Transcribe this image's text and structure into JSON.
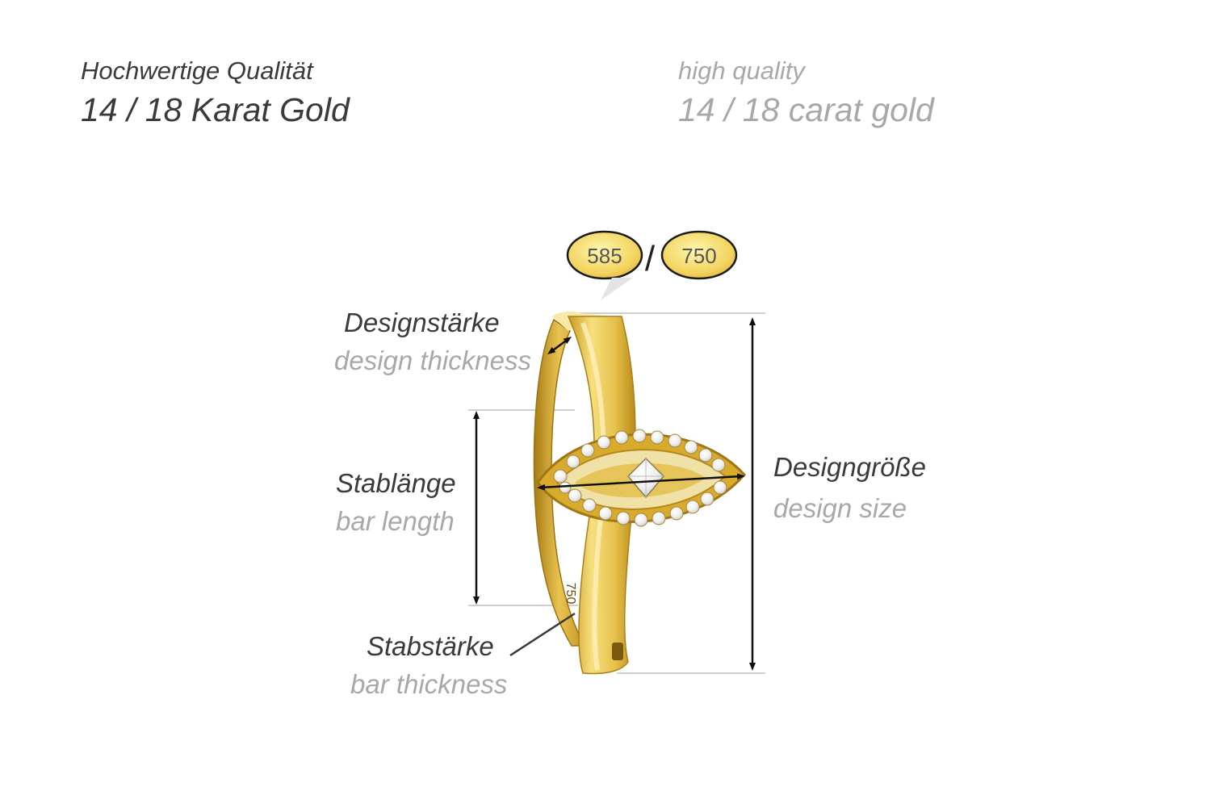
{
  "header": {
    "german_quality": "Hochwertige Qualität",
    "german_gold": "14 / 18 Karat Gold",
    "english_quality": "high quality",
    "english_gold": "14 / 18 carat gold"
  },
  "stamps": {
    "left": "585",
    "right": "750",
    "separator": "/"
  },
  "engraving": "750",
  "labels": {
    "design_thickness_de": "Designstärke",
    "design_thickness_en": "design thickness",
    "bar_length_de": "Stablänge",
    "bar_length_en": "bar length",
    "bar_thickness_de": "Stabstärke",
    "bar_thickness_en": "bar thickness",
    "design_size_de": "Designgröße",
    "design_size_en": "design size"
  },
  "colors": {
    "gold_light": "#f6dc79",
    "gold_mid": "#e2b93b",
    "gold_dark": "#b98a1a",
    "text_dark": "#3a3a3a",
    "text_light": "#a8a8a8",
    "guide_line": "#cfcfcf"
  }
}
